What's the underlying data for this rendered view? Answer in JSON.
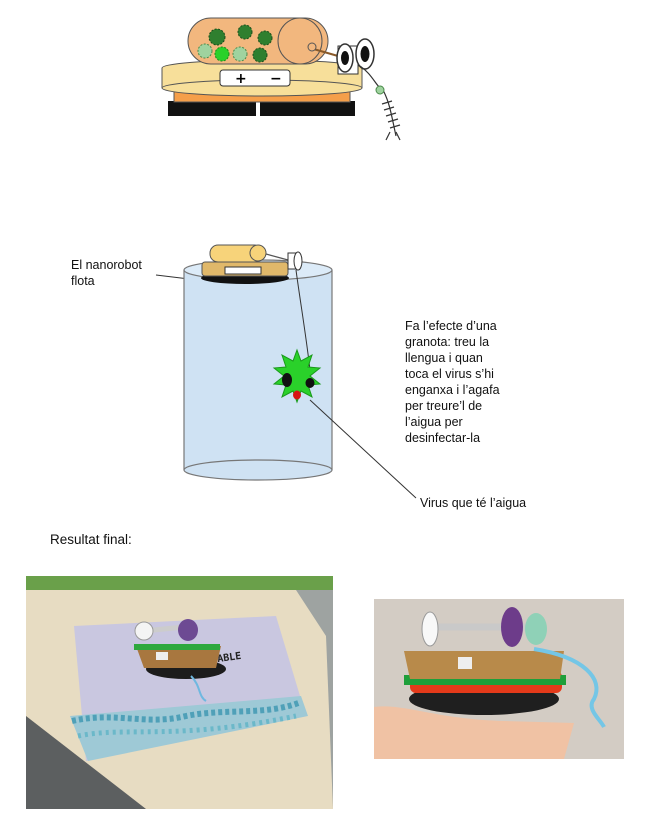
{
  "robot_top": {
    "battery_plus": "+",
    "battery_minus": "−"
  },
  "flotation_diagram": {
    "label_floats": "El nanorobot\nflota",
    "label_frog": "Fa l’efecte d’una\ngranota: treu la\nllengua i quan\ntoca el virus s’hi\nenganxa i l’agafa\nper treure’l de\nl’aigua per\ndesinfectar-la",
    "label_virus": "Virus que té l’aigua"
  },
  "result": {
    "heading": "Resultat final:",
    "photo_left_sign": "NANOPOTABLE"
  },
  "colors": {
    "tube": "#f2b77e",
    "deck": "#f7df9a",
    "base": "#f59f4a",
    "wheels": "#111111",
    "virus_green": "#2ad12a",
    "water": "#cfe2f3"
  }
}
